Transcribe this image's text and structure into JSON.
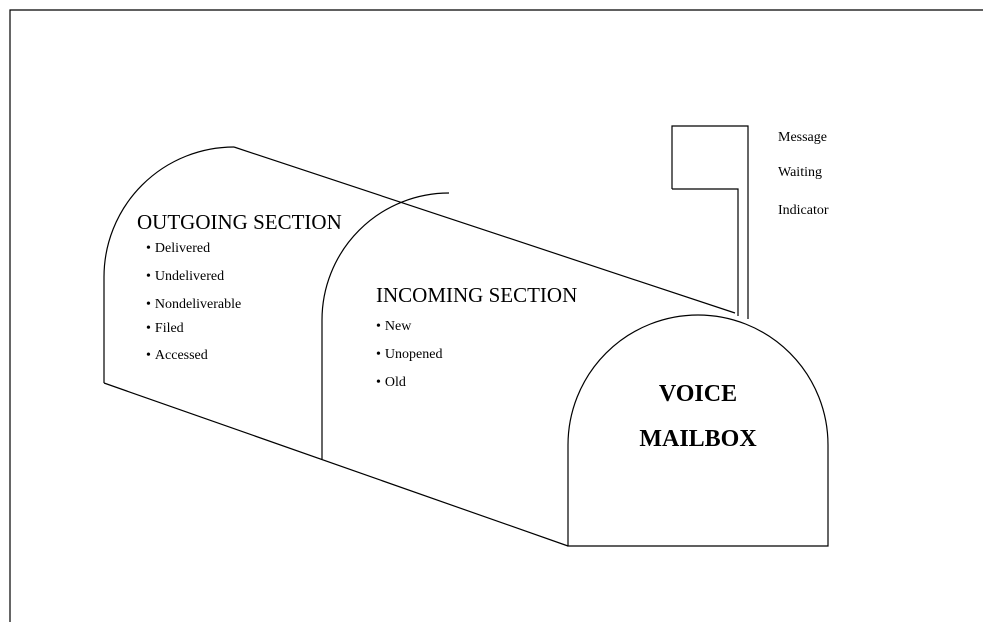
{
  "outgoing": {
    "title": "OUTGOING SECTION",
    "items": [
      "Delivered",
      "Undelivered",
      "Nondeliverable",
      "Filed",
      "Accessed"
    ]
  },
  "incoming": {
    "title": "INCOMING SECTION",
    "items": [
      "New",
      "Unopened",
      "Old"
    ]
  },
  "mailbox": {
    "line1": "VOICE",
    "line2": "MAILBOX"
  },
  "flag": {
    "line1": "Message",
    "line2": "Waiting",
    "line3": "Indicator"
  },
  "bullet_glyph": "•"
}
